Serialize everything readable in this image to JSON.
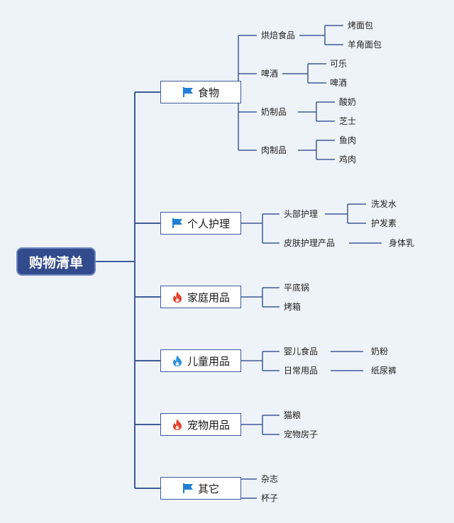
{
  "root": "购物清单",
  "categories": [
    {
      "label": "食物",
      "icon": "flag-icon",
      "subs": [
        {
          "label": "烘焙食品",
          "leaves": [
            "烤面包",
            "羊角面包"
          ]
        },
        {
          "label": "啤酒",
          "leaves": [
            "可乐",
            "啤酒"
          ]
        },
        {
          "label": "奶制品",
          "leaves": [
            "酸奶",
            "芝士"
          ]
        },
        {
          "label": "肉制品",
          "leaves": [
            "鱼肉",
            "鸡肉"
          ]
        }
      ]
    },
    {
      "label": "个人护理",
      "icon": "flag-icon",
      "subs": [
        {
          "label": "头部护理",
          "leaves": [
            "洗发水",
            "护发素"
          ]
        },
        {
          "label": "皮肤护理产品",
          "leaves": [
            "身体乳"
          ]
        }
      ]
    },
    {
      "label": "家庭用品",
      "icon": "fire-red-icon",
      "subs": [
        {
          "label": "平底锅",
          "leaves": []
        },
        {
          "label": "烤箱",
          "leaves": []
        }
      ]
    },
    {
      "label": "儿童用品",
      "icon": "fire-blue-icon",
      "subs": [
        {
          "label": "婴儿食品",
          "leaves": [
            "奶粉"
          ]
        },
        {
          "label": "日常用品",
          "leaves": [
            "纸尿裤"
          ]
        }
      ]
    },
    {
      "label": "宠物用品",
      "icon": "fire-red-icon",
      "subs": [
        {
          "label": "猫粮",
          "leaves": []
        },
        {
          "label": "宠物房子",
          "leaves": []
        }
      ]
    },
    {
      "label": "其它",
      "icon": "flag-icon",
      "subs": [
        {
          "label": "杂志",
          "leaves": []
        },
        {
          "label": "杯子",
          "leaves": []
        }
      ]
    }
  ],
  "colors": {
    "line": "#3f5a98",
    "root_fill": "#324b8c",
    "flag": "#1f7fd6",
    "fire_red": "#e8412b",
    "fire_blue": "#2b8fe0"
  }
}
